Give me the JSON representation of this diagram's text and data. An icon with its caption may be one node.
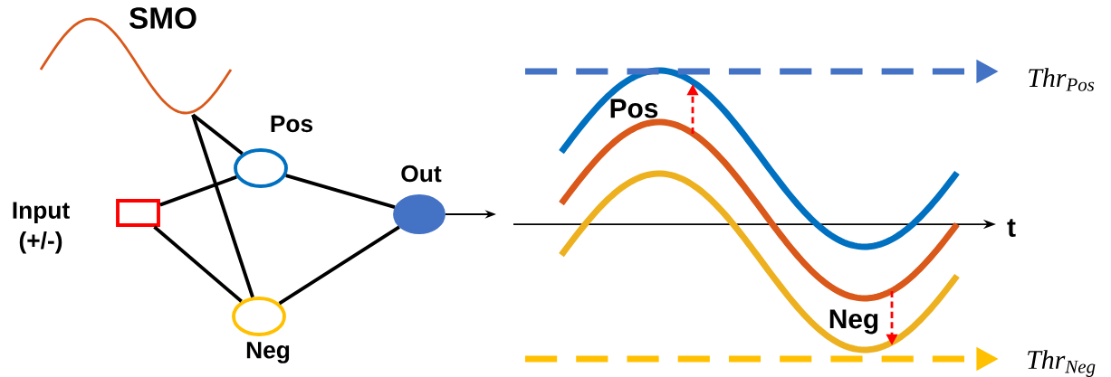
{
  "diagram": {
    "nodes": [
      {
        "text": [
          "SMO"
        ]
      },
      {
        "text": [],
        "shape": "box",
        "beside": [
          "Input (+/-)"
        ]
      },
      {
        "text": [],
        "shape": "circle",
        "beside": [
          "Pos"
        ]
      },
      {
        "text": [],
        "shape": "circle",
        "beside": [
          "Neg"
        ]
      },
      {
        "text": [],
        "shape": "circle",
        "beside": [
          "Out"
        ]
      }
    ],
    "edges": [
      {
        "from": 0,
        "to": 2,
        "arrow": "none"
      },
      {
        "from": 0,
        "to": 3,
        "arrow": "none"
      },
      {
        "from": 1,
        "to": 2,
        "arrow": "none"
      },
      {
        "from": 1,
        "to": 3,
        "arrow": "none"
      },
      {
        "from": 2,
        "to": 4,
        "arrow": "none"
      },
      {
        "from": 3,
        "to": 4,
        "arrow": "none"
      },
      {
        "from": 4,
        "to": null,
        "arrow": "to"
      }
    ],
    "labels": [
      "Thr$_{Pos}$",
      "Pos",
      "t",
      "Neg",
      "Thr$_{Neg}$"
    ]
  }
}
